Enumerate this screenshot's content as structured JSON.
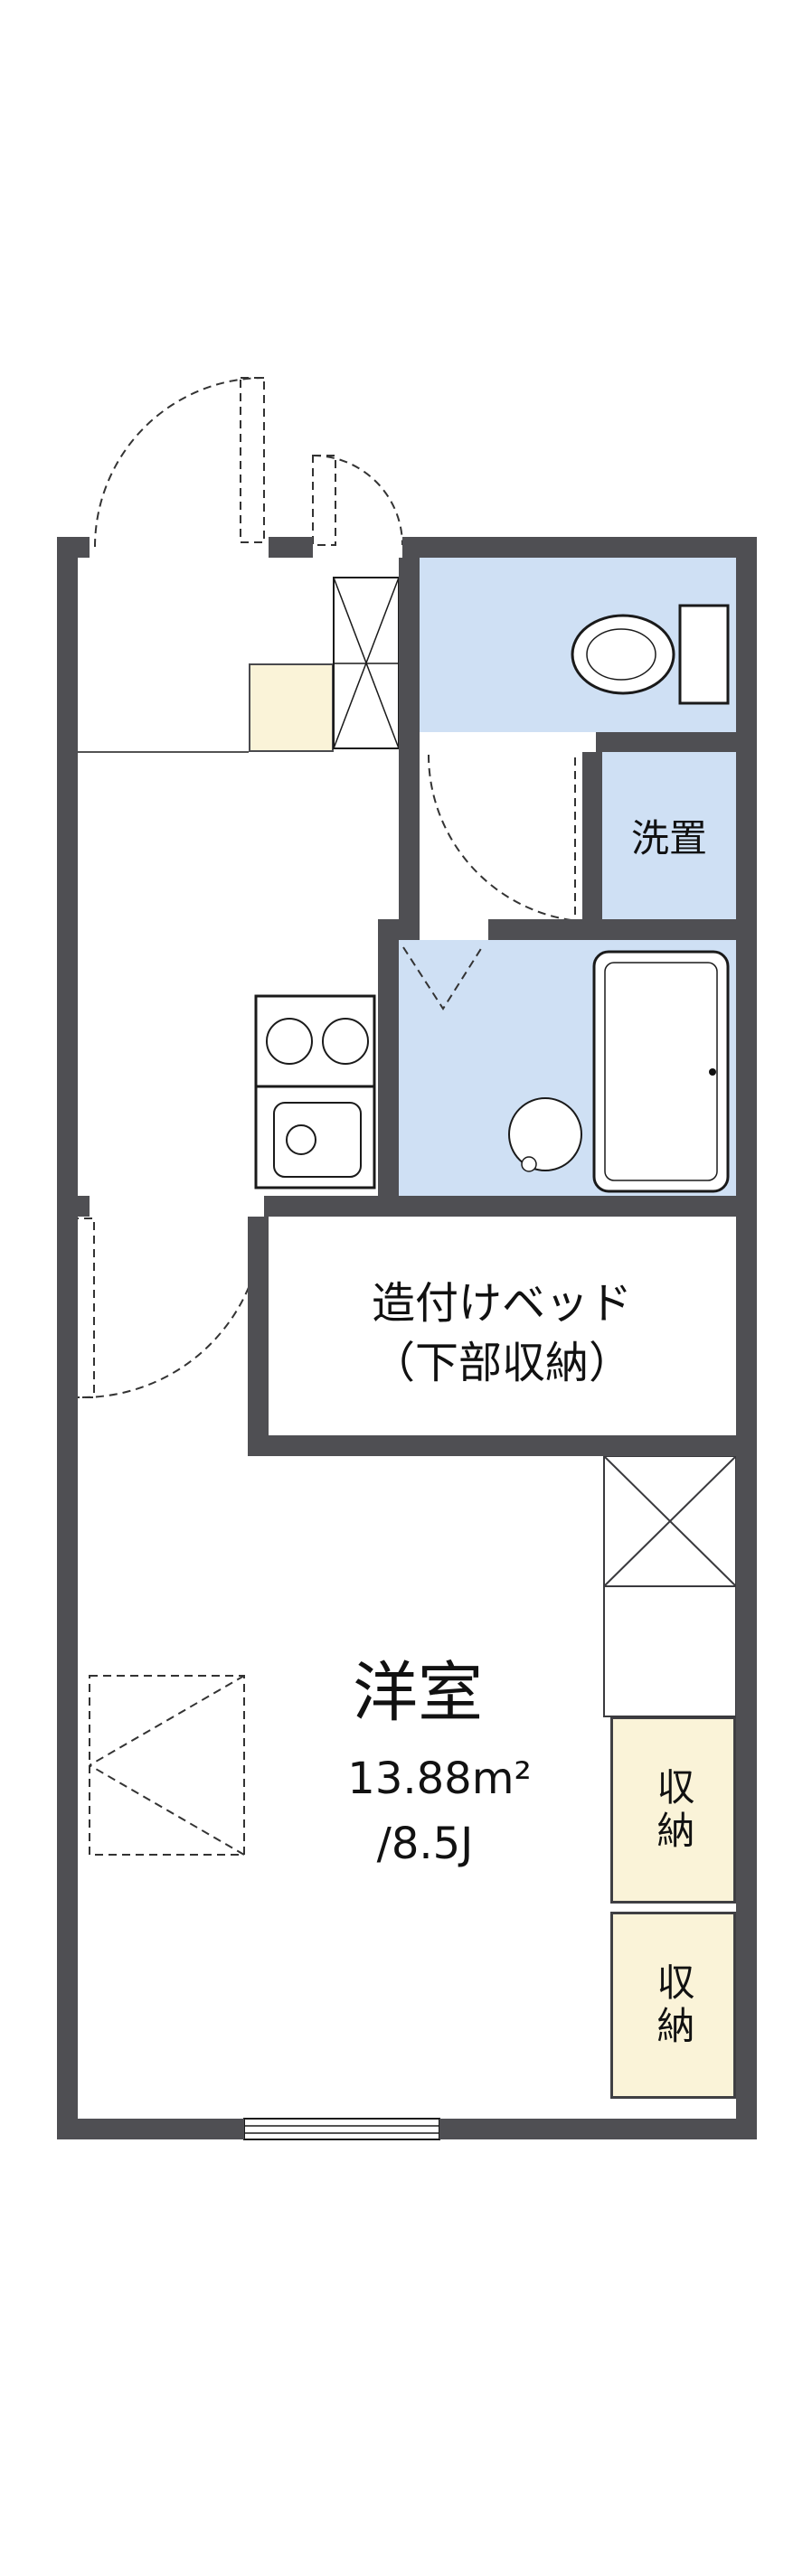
{
  "plan": {
    "colors": {
      "wall": "#4f4f53",
      "water_room": "#cfe0f4",
      "storage": "#faf3d8",
      "line": "#1a1a1a"
    },
    "rooms": {
      "laundry": {
        "label": "洗置"
      },
      "bed": {
        "line1": "造付けベッド",
        "line2": "（下部収納）"
      },
      "western_room": {
        "name": "洋室",
        "area_m2": "13.88m²",
        "area_tatami": "/8.5J"
      },
      "closet_upper": {
        "label": "収納"
      },
      "closet_lower": {
        "label": "収納"
      }
    }
  }
}
